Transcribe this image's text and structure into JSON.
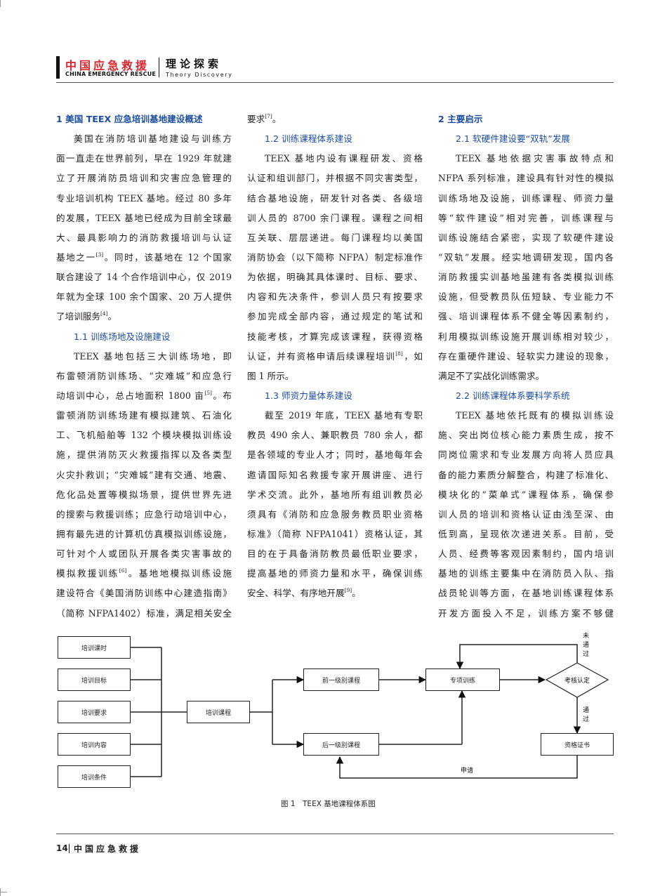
{
  "header": {
    "journal_cn": "中国应急救援",
    "journal_en": "CHINA EMERGENCY RESCUE",
    "section_cn": "理论探索",
    "section_en": "Theory Discovery"
  },
  "columns": [
    [
      {
        "t": "h1",
        "s": "1 美国 TEEX 应急培训基地建设概述"
      },
      {
        "t": "p",
        "s": "美国在消防培训基地建设与训练方",
        "ind": true
      },
      {
        "t": "p",
        "s": "面一直走在世界前列，早在 1929 年就建"
      },
      {
        "t": "p",
        "s": "立了开展消防员培训和灾害应急管理的"
      },
      {
        "t": "p",
        "s": "专业培训机构 TEEX 基地。经过 80 多年"
      },
      {
        "t": "p",
        "s": "的发展，TEEX 基地已经成为目前全球最"
      },
      {
        "t": "p",
        "s": "大、最具影响力的消防救援培训与认证"
      },
      {
        "t": "p",
        "s": "基地之一",
        "r": "[3]",
        "s2": "。同时，该基地在 12 个国家"
      },
      {
        "t": "p",
        "s": "联合建设了 14 个合作培训中心，仅 2019"
      },
      {
        "t": "p",
        "s": "年就为全球 100 余个国家、20 万人提供"
      },
      {
        "t": "p",
        "s": "了培训服务",
        "r": "[4]",
        "s2": "。",
        "last": true
      },
      {
        "t": "h2",
        "s": "1.1 训练场地及设施建设"
      },
      {
        "t": "p",
        "s": "TEEX 基地包括三大训练场地，即",
        "ind": true
      },
      {
        "t": "p",
        "s": "布雷顿消防训练场、“灾难城”和应急行"
      },
      {
        "t": "p",
        "s": "动培训中心，总占地面积 1800 亩",
        "r": "[5]",
        "s2": "。布"
      },
      {
        "t": "p",
        "s": "雷顿消防训练场建有模拟建筑、石油化"
      },
      {
        "t": "p",
        "s": "工、飞机船舶等 132 个模块模拟训练设"
      },
      {
        "t": "p",
        "s": "施，提供消防灭火救援指挥以及各类型"
      },
      {
        "t": "p",
        "s": "火灾扑救训；“灾难城”建有交通、地震、"
      },
      {
        "t": "p",
        "s": "危化品处置等模拟场景，提供世界先进"
      },
      {
        "t": "p",
        "s": "的搜索与救援训练；应急行动培训中心，"
      },
      {
        "t": "p",
        "s": "拥有最先进的计算机仿真模拟训练设施，"
      },
      {
        "t": "p",
        "s": "可针对个人或团队开展各类灾害事故的"
      },
      {
        "t": "p",
        "s": "模拟救援训练",
        "r": "[6]",
        "s2": "。基地地模拟训练设施"
      },
      {
        "t": "p",
        "s": "建设符合《美国消防训练中心建造指南》"
      },
      {
        "t": "p",
        "s": "（简称 NFPA1402）标准，满足相关安全"
      }
    ],
    [
      {
        "t": "p",
        "s": "要求",
        "r": "[7]",
        "s2": "。",
        "last": true
      },
      {
        "t": "h2",
        "s": "1.2 训练课程体系建设"
      },
      {
        "t": "p",
        "s": "TEEX 基地内设有课程研发、资格",
        "ind": true
      },
      {
        "t": "p",
        "s": "认证和组训部门，并根据不同灾害类型，"
      },
      {
        "t": "p",
        "s": "结合基地设施，研发针对各类、各级培"
      },
      {
        "t": "p",
        "s": "训人员的 8700 余门课程。课程之间相"
      },
      {
        "t": "p",
        "s": "互关联、层层递进。每门课程均以美国"
      },
      {
        "t": "p",
        "s": "消防协会（以下简称 NFPA）制定标准作"
      },
      {
        "t": "p",
        "s": "为依据，明确其具体课时、目标、要求、"
      },
      {
        "t": "p",
        "s": "内容和先决条件，参训人员只有按要求"
      },
      {
        "t": "p",
        "s": "参加完成全部内容，通过规定的笔试和"
      },
      {
        "t": "p",
        "s": "技能考核，才算完成该课程，获得资格"
      },
      {
        "t": "p",
        "s": "认证，并有资格申请后续课程培训",
        "r": "[8]",
        "s2": "，如"
      },
      {
        "t": "p",
        "s": "图 1 所示。",
        "last": true
      },
      {
        "t": "h2",
        "s": "1.3 师资力量体系建设"
      },
      {
        "t": "p",
        "s": "截至 2019 年底，TEEX 基地有专职",
        "ind": true
      },
      {
        "t": "p",
        "s": "教员 490 余人、兼职教员 780 余人，都"
      },
      {
        "t": "p",
        "s": "是各领域的专业人才；同时，基地每年会"
      },
      {
        "t": "p",
        "s": "邀请国际知名救援专家开展讲座、进行"
      },
      {
        "t": "p",
        "s": "学术交流。此外，基地所有组训教员必"
      },
      {
        "t": "p",
        "s": "须具有《消防和应急服务教员职业资格"
      },
      {
        "t": "p",
        "s": "标准》（简称 NFPA1041）资格认证，其"
      },
      {
        "t": "p",
        "s": "目的在于具备消防教员最低职业要求，"
      },
      {
        "t": "p",
        "s": "提高基地的师资力量和水平，确保训练"
      },
      {
        "t": "p",
        "s": "安全、科学、有序地开展",
        "r": "[9]",
        "s2": "。",
        "last": true
      }
    ],
    [
      {
        "t": "h1",
        "s": "2 主要启示"
      },
      {
        "t": "h2",
        "s": "2.1 软硬件建设要“双轨”发展"
      },
      {
        "t": "p",
        "s": "TEEX 基地依据灾害事故特点和",
        "ind": true
      },
      {
        "t": "p",
        "s": "NFPA 系列标准，建设具有针对性的模拟"
      },
      {
        "t": "p",
        "s": "训练场地及设施，训练课程、师资力量"
      },
      {
        "t": "p",
        "s": "等“软件建设”相对完善，训练课程与"
      },
      {
        "t": "p",
        "s": "训练设施结合紧密，实现了软硬件建设"
      },
      {
        "t": "p",
        "s": "“双轨”发展。经实地调研发现，国内各"
      },
      {
        "t": "p",
        "s": "消防救援实训基地虽建有各类模拟训练"
      },
      {
        "t": "p",
        "s": "设施，但受教员队伍短缺、专业能力不"
      },
      {
        "t": "p",
        "s": "强、培训课程体系不健全等因素制约，"
      },
      {
        "t": "p",
        "s": "利用模拟训练设施开展训练相对较少，"
      },
      {
        "t": "p",
        "s": "存在重硬件建设、轻软实力建设的现象，"
      },
      {
        "t": "p",
        "s": "满足不了实战化训练需求。",
        "last": true
      },
      {
        "t": "h2",
        "s": "2.2 训练课程体系要科学系统"
      },
      {
        "t": "p",
        "s": "TEEX 基地依托既有的模拟训练设",
        "ind": true
      },
      {
        "t": "p",
        "s": "施、突出岗位核心能力素质生成，按不"
      },
      {
        "t": "p",
        "s": "同岗位需求和专业发展方向将人员应具"
      },
      {
        "t": "p",
        "s": "备的能力素质分解整合，构建了标准化、"
      },
      {
        "t": "p",
        "s": "模块化的“菜单式”课程体系，确保参"
      },
      {
        "t": "p",
        "s": "训人员的培训和资格认证由浅至深、由"
      },
      {
        "t": "p",
        "s": "低到高，呈现依次递进关系。目前，受"
      },
      {
        "t": "p",
        "s": "人员、经费等客观因素制约，国内培训"
      },
      {
        "t": "p",
        "s": "基地的训练主要集中在消防员入队、指"
      },
      {
        "t": "p",
        "s": "战员轮训等方面，在基地训练课程体系"
      },
      {
        "t": "p",
        "s": "开发方面投入不足，训练方案不够健"
      }
    ]
  ],
  "figure": {
    "left_boxes": [
      "培训课时",
      "培训目标",
      "培训要求",
      "培训内容",
      "培训条件"
    ],
    "course": "培训课程",
    "prev_course": "前一级别课程",
    "next_course": "后一级别课程",
    "special": "专项训练",
    "assess": "考核认定",
    "cert": "资格证书",
    "not_passed": "未通过",
    "passed": "通过",
    "apply": "申请",
    "caption": "图 1　TEEX 基地课程体系图"
  },
  "footer": {
    "page": "14",
    "journal_cn": "中国应急救援"
  }
}
